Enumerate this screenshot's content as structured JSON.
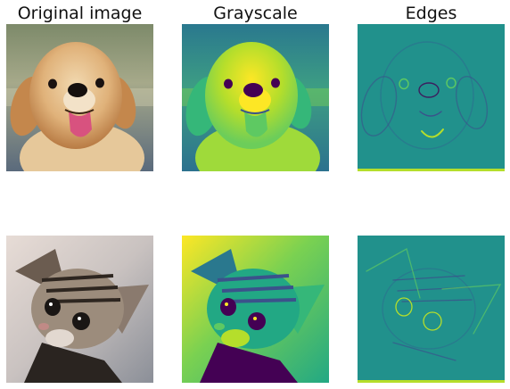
{
  "figure": {
    "columns": [
      {
        "title": "Original image"
      },
      {
        "title": "Grayscale"
      },
      {
        "title": "Edges"
      }
    ],
    "rows": [
      {
        "subject": "golden-retriever-puppy",
        "panels": [
          {
            "kind": "original-photo",
            "colormap": "rgb"
          },
          {
            "kind": "grayscale",
            "colormap": "viridis"
          },
          {
            "kind": "edge-map",
            "colormap": "viridis"
          }
        ]
      },
      {
        "subject": "tabby-kitten",
        "panels": [
          {
            "kind": "original-photo",
            "colormap": "rgb"
          },
          {
            "kind": "grayscale",
            "colormap": "viridis"
          },
          {
            "kind": "edge-map",
            "colormap": "viridis"
          }
        ]
      }
    ]
  },
  "colors": {
    "viridis_dark": "#440154",
    "viridis_blue": "#3b528b",
    "viridis_teal": "#21918c",
    "viridis_green": "#5ec962",
    "viridis_yellow": "#fde725"
  }
}
